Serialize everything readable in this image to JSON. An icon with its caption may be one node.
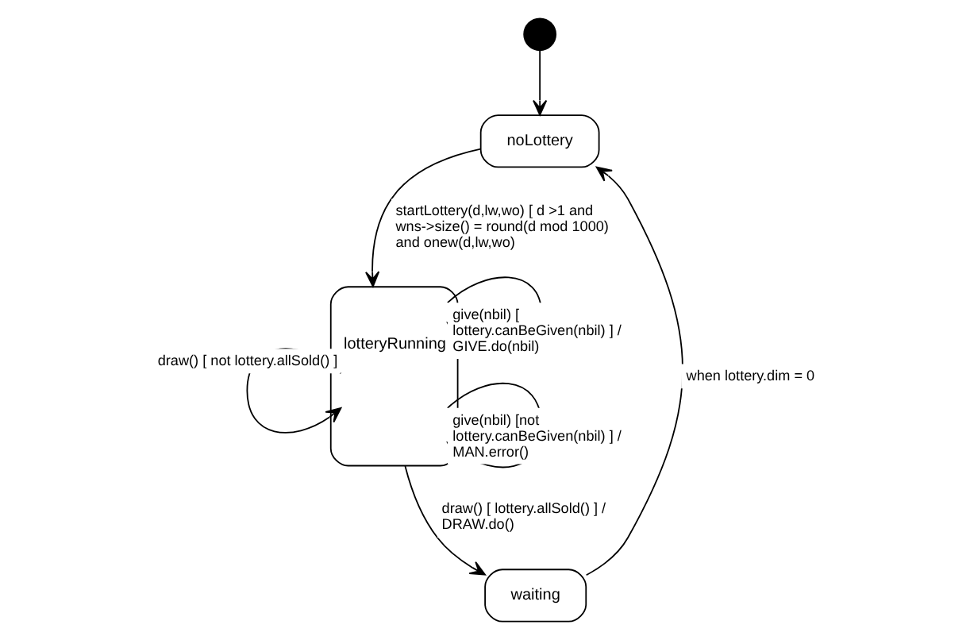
{
  "diagram": {
    "nodes": [
      {
        "text": [],
        "shape": "circle"
      },
      {
        "text": [
          "noLottery"
        ]
      },
      {
        "text": [
          "lotteryRunning"
        ]
      },
      {
        "text": [
          "waiting"
        ]
      }
    ],
    "edges": [
      {
        "from": 0,
        "to": 1,
        "arrow": "to"
      },
      {
        "from": 1,
        "to": 2,
        "arrow": "to",
        "label": "startLottery(d,lw,wo) [ d >1 and wns->size() = round(d mod 1000) and onew(d,lw,wo)"
      },
      {
        "from": 2,
        "to": 3,
        "arrow": "to",
        "label": "draw() [ lottery.allSold() ] / DRAW.do()"
      },
      {
        "from": 3,
        "to": 1,
        "arrow": "to",
        "label": "when lottery.dim = 0"
      },
      {
        "from": 2,
        "to": 2,
        "arrow": "to",
        "label": "draw() [ not lottery.allSold() ]"
      },
      {
        "from": 2,
        "to": 2,
        "arrow": "to",
        "label": "give(nbil) [ lottery.canBeGiven(nbil) ] / GIVE.do(nbil)"
      },
      {
        "from": 2,
        "to": 2,
        "arrow": "to",
        "label": "give(nbil) [not  lottery.canBeGiven(nbil) ] / MAN.error()"
      }
    ]
  }
}
